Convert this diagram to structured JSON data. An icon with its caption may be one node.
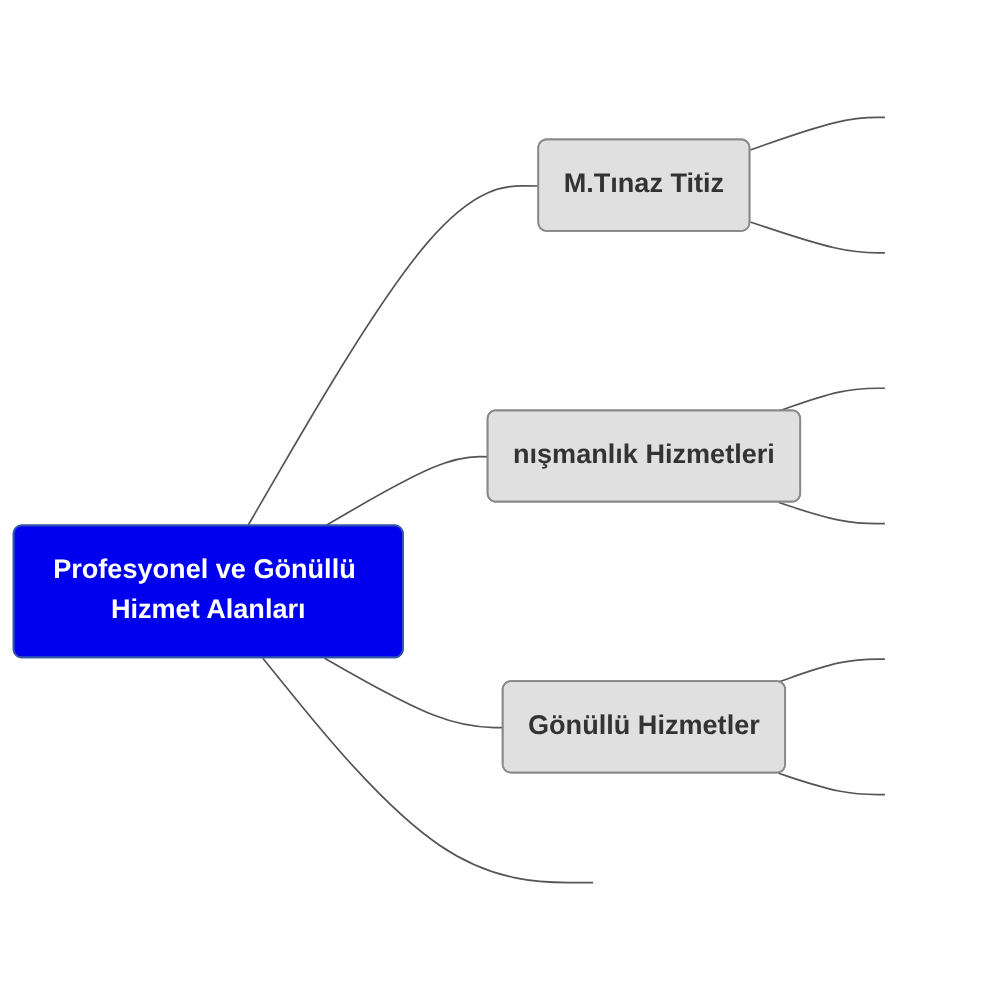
{
  "diagram": {
    "nodes": [
      {
        "text": [
          "Profesyonel ve Gönüllü Hizmet Alanları"
        ]
      },
      {
        "text": [
          "M.Tınaz Titiz"
        ]
      },
      {
        "text": [
          "nışmanlık Hizmetleri"
        ]
      },
      {
        "text": [
          "Gönüllü Hizmetler"
        ]
      }
    ],
    "edges": [
      {
        "from": 0,
        "to": null,
        "arrow": "none"
      },
      {
        "from": 0,
        "to": 1,
        "arrow": "none"
      },
      {
        "from": 0,
        "to": 2,
        "arrow": "none"
      },
      {
        "from": 0,
        "to": 3,
        "arrow": "none"
      },
      {
        "from": 1,
        "to": null,
        "arrow": "none"
      },
      {
        "from": 1,
        "to": null,
        "arrow": "none"
      },
      {
        "from": 2,
        "to": null,
        "arrow": "none"
      },
      {
        "from": 2,
        "to": null,
        "arrow": "none"
      },
      {
        "from": 3,
        "to": null,
        "arrow": "none"
      },
      {
        "from": 3,
        "to": null,
        "arrow": "none"
      }
    ]
  }
}
